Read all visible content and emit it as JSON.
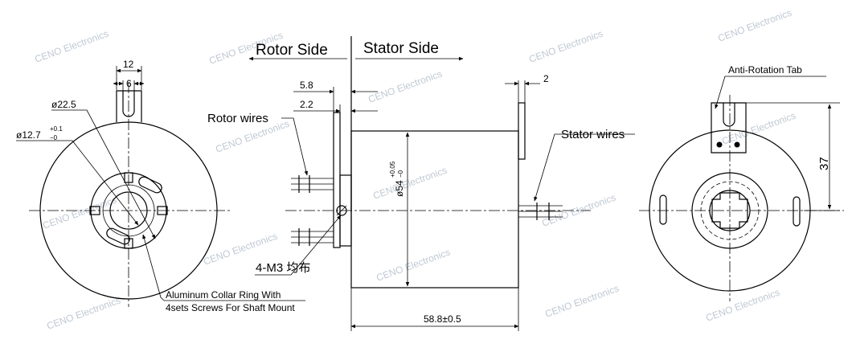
{
  "header": {
    "rotor_side": "Rotor Side",
    "stator_side": "Stator Side"
  },
  "dimensions": {
    "tab_width": "12",
    "slot_width": "6",
    "outer_dia": "ø22.5",
    "bore_dia": "ø12.7",
    "bore_tol_upper": "+0.1",
    "bore_tol_lower": "−0",
    "rotor_flange": "5.8",
    "rotor_offset": "2.2",
    "stator_tab_thickness": "2",
    "body_dia": "ø54",
    "body_tol_upper": "+0.05",
    "body_tol_lower": "−0",
    "body_length": "58.8±0.5",
    "tab_height": "37"
  },
  "callouts": {
    "rotor_wires": "Rotor wires",
    "stator_wires": "Stator wires",
    "screws": "4-M3 均布",
    "collar_line1": "Aluminum Collar Ring With",
    "collar_line2": "4sets Screws For Shaft Mount",
    "anti_rotation": "Anti-Rotation Tab"
  },
  "watermark": "CENO Electronics"
}
